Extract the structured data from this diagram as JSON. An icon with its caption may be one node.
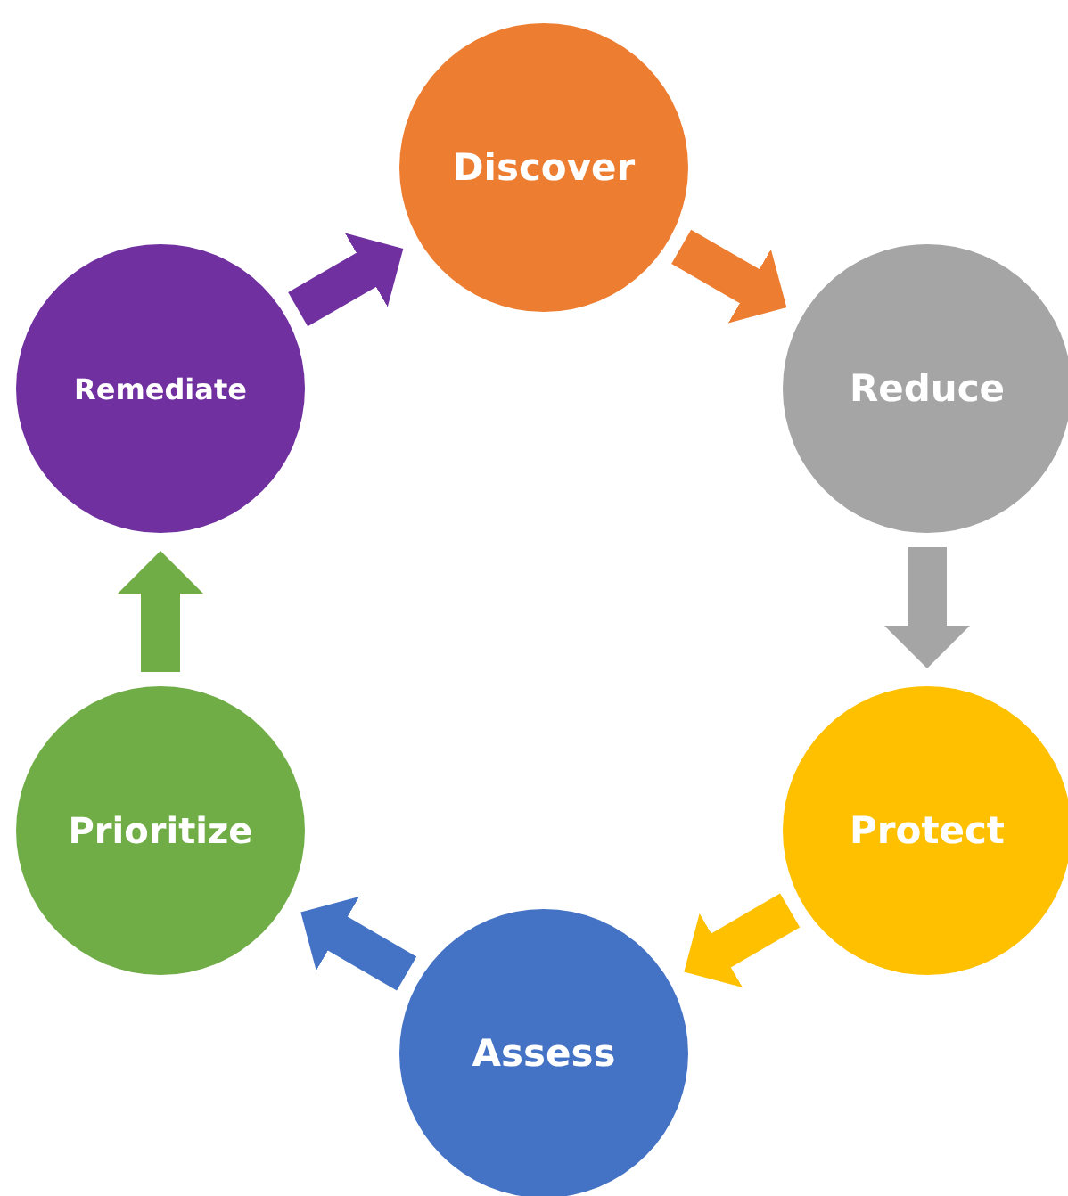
{
  "diagram": {
    "nodes": [
      {
        "text": [
          "Discover"
        ]
      },
      {
        "text": [
          "Reduce"
        ]
      },
      {
        "text": [
          "Protect"
        ]
      },
      {
        "text": [
          "Assess"
        ]
      },
      {
        "text": [
          "Prioritize"
        ]
      },
      {
        "text": [
          "Remediate"
        ]
      }
    ],
    "edges": [
      {
        "from": 0,
        "to": 1,
        "arrow": "to",
        "color": "#ed7d31"
      },
      {
        "from": 1,
        "to": 2,
        "arrow": "to",
        "color": "#a5a5a5"
      },
      {
        "from": 2,
        "to": 3,
        "arrow": "to",
        "color": "#ffc000"
      },
      {
        "from": 3,
        "to": 4,
        "arrow": "to",
        "color": "#4472c4"
      },
      {
        "from": 4,
        "to": 5,
        "arrow": "to",
        "color": "#70ad47"
      },
      {
        "from": 5,
        "to": 0,
        "arrow": "to",
        "color": "#7030a0"
      }
    ]
  }
}
